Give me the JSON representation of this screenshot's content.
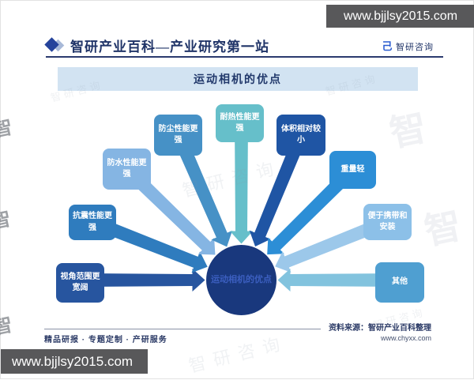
{
  "page": {
    "top_watermark_url": "www.bjjlsy2015.com",
    "bottom_watermark_url": "www.bjjlsy2015.com"
  },
  "header": {
    "title": "智研产业百科—产业研究第一站",
    "logo_glyph": "己",
    "logo_text": "智研咨询"
  },
  "chart": {
    "title": "运动相机的优点",
    "title_bar_color": "#d2e3f2",
    "center_label": "运动相机的优点",
    "center_color": "#19387d",
    "items": [
      {
        "label": "视角范围更宽阔",
        "color": "#27559f",
        "arrow_color": "#27559f"
      },
      {
        "label": "抗震性能更强",
        "color": "#2f7cbe",
        "arrow_color": "#2f7cbe"
      },
      {
        "label": "防水性能更强",
        "color": "#85b5e3",
        "arrow_color": "#85b5e3"
      },
      {
        "label": "防尘性能更强",
        "color": "#4691c6",
        "arrow_color": "#4691c6"
      },
      {
        "label": "耐热性能更强",
        "color": "#66bfca",
        "arrow_color": "#66bfca"
      },
      {
        "label": "体积相对较小",
        "color": "#1f55a4",
        "arrow_color": "#1f55a4"
      },
      {
        "label": "重量轻",
        "color": "#2c8ed6",
        "arrow_color": "#2c8ed6"
      },
      {
        "label": "便于携带和安装",
        "color": "#8cc0e8",
        "arrow_color": "#9cc8ea"
      },
      {
        "label": "其他",
        "color": "#4f9fd1",
        "arrow_color": "#82c3de"
      }
    ]
  },
  "footer": {
    "services": "精品研报 · 专题定制 · 产研服务",
    "source_label": "资料来源：智研产业百科整理",
    "source_url": "www.chyxx.com"
  },
  "watermark": {
    "text": "智研咨询",
    "glyph": "智"
  }
}
